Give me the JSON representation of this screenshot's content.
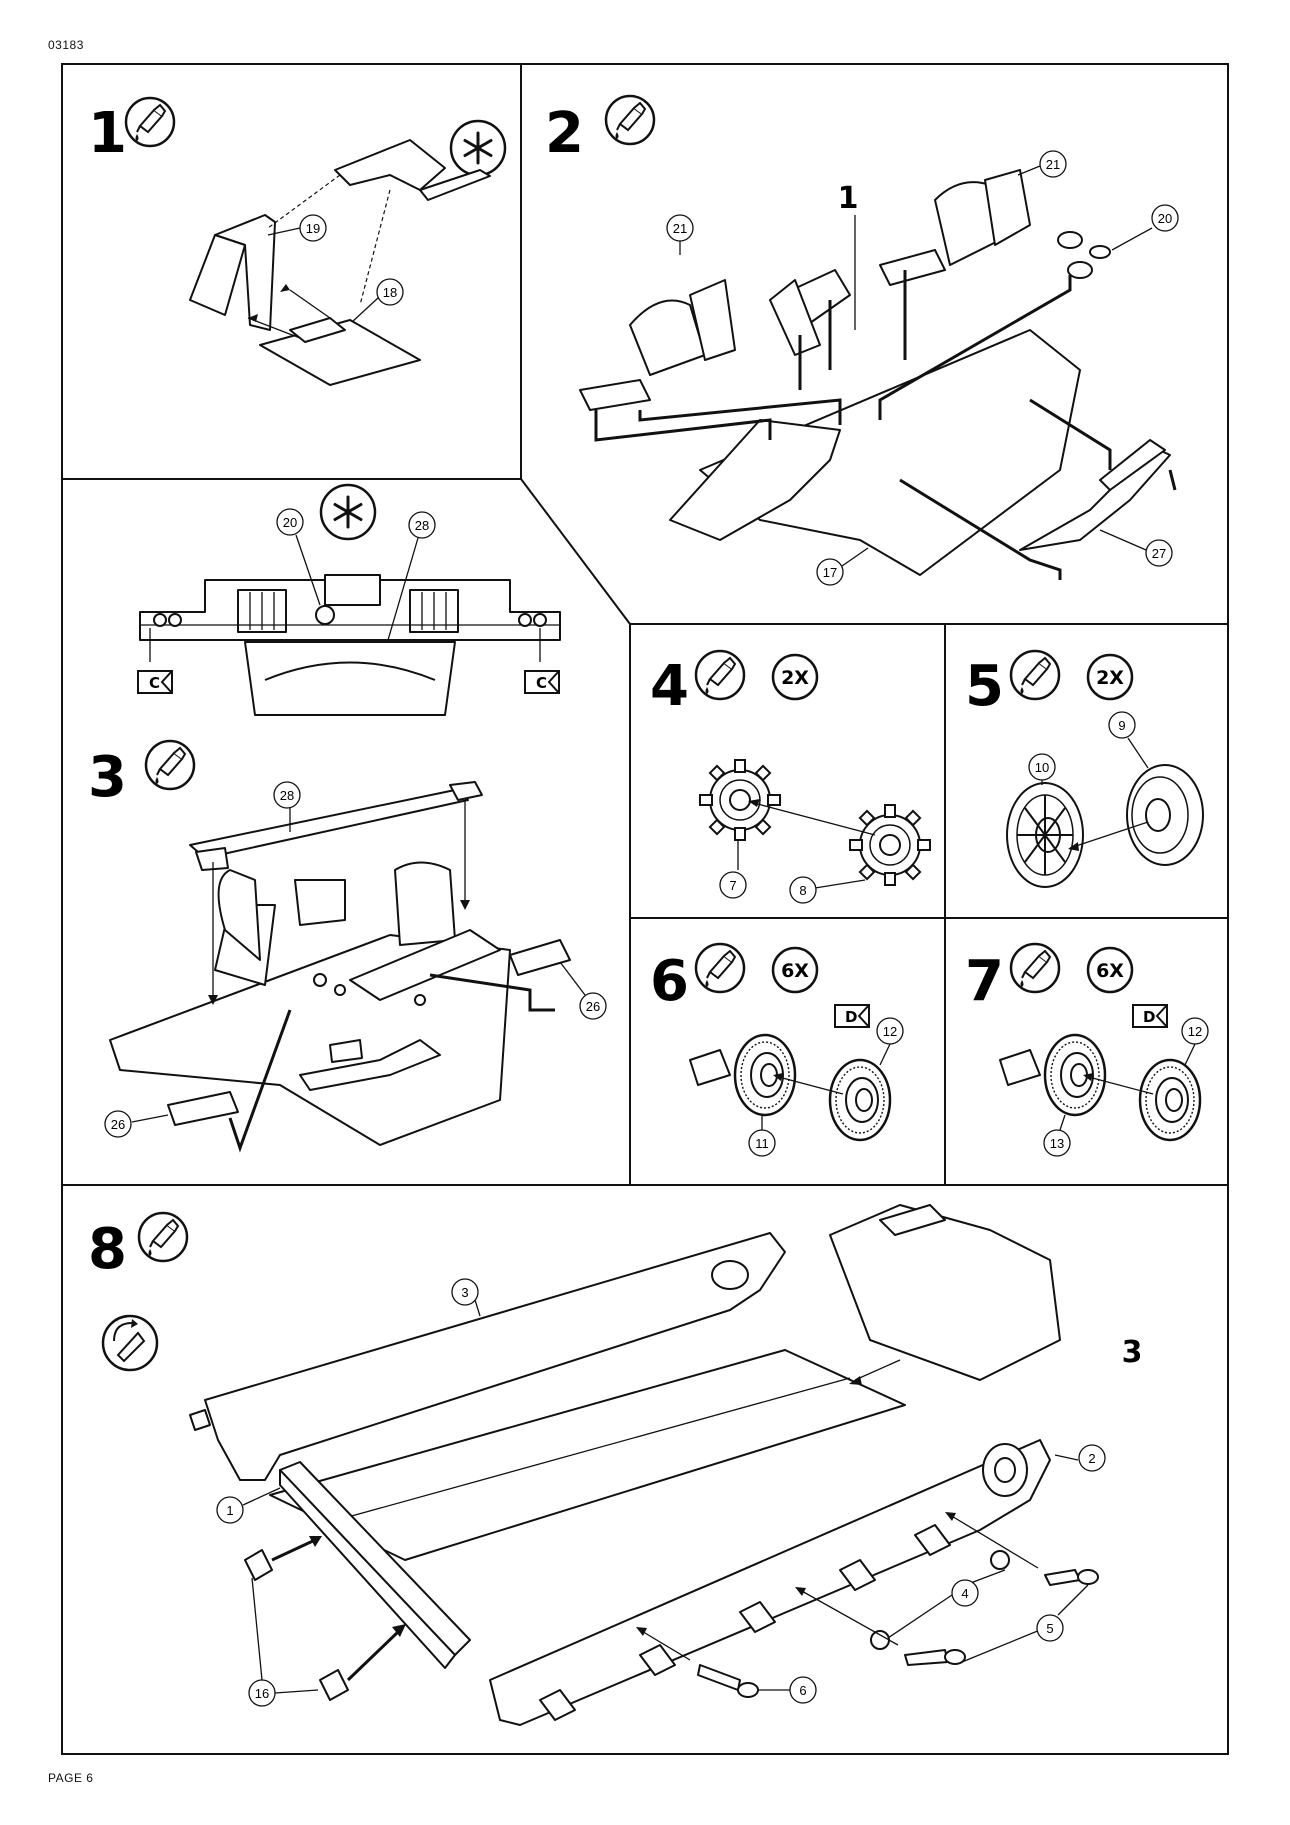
{
  "header": {
    "code": "03183"
  },
  "footer": {
    "page": "PAGE 6"
  },
  "steps": [
    {
      "number": "1",
      "multiplier": "",
      "callouts": [
        "19",
        "18"
      ]
    },
    {
      "number": "2",
      "multiplier": "",
      "callouts": [
        "21",
        "21",
        "20",
        "27",
        "17"
      ],
      "big_label": "1"
    },
    {
      "number": "3",
      "multiplier": "",
      "callouts": [
        "28",
        "26",
        "26"
      ]
    },
    {
      "number": "4",
      "multiplier": "2X",
      "callouts": [
        "7",
        "8"
      ]
    },
    {
      "number": "5",
      "multiplier": "2X",
      "callouts": [
        "10",
        "9"
      ]
    },
    {
      "number": "6",
      "multiplier": "6X",
      "callouts": [
        "12",
        "11"
      ]
    },
    {
      "number": "7",
      "multiplier": "6X",
      "callouts": [
        "12",
        "13"
      ]
    },
    {
      "number": "8",
      "multiplier": "",
      "callouts": [
        "3",
        "2",
        "1",
        "4",
        "5",
        "6",
        "16"
      ],
      "big_label": "3"
    }
  ],
  "detail": {
    "callouts": [
      "20",
      "28"
    ],
    "decal_left": "C",
    "decal_right": "C"
  },
  "decals": {
    "step6": "D",
    "step7": "D"
  },
  "icons": {
    "glue": "glue-tube-icon",
    "paint": "paint-asterisk-icon",
    "flip": "flip-model-icon"
  }
}
